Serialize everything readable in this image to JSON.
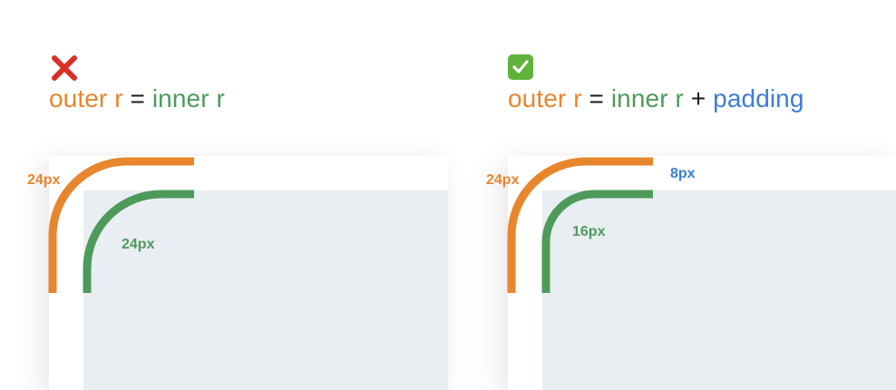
{
  "colors": {
    "outer": "#e8862d",
    "inner": "#4e9a5b",
    "padding": "#3b7ed6",
    "inner_fill": "#e9eef2",
    "bad_mark": "#d93025",
    "good_mark": "#5fb23a"
  },
  "wrong": {
    "icon": "cross-mark-icon",
    "formula": {
      "outer": "outer r",
      "eq": "=",
      "inner": "inner r"
    },
    "outer_label": "24px",
    "inner_label": "24px"
  },
  "right": {
    "icon": "check-mark-icon",
    "formula": {
      "outer": "outer r",
      "eq": "=",
      "inner": "inner r",
      "plus": "+",
      "padding": "padding"
    },
    "outer_label": "24px",
    "inner_label": "16px",
    "padding_label": "8px"
  }
}
